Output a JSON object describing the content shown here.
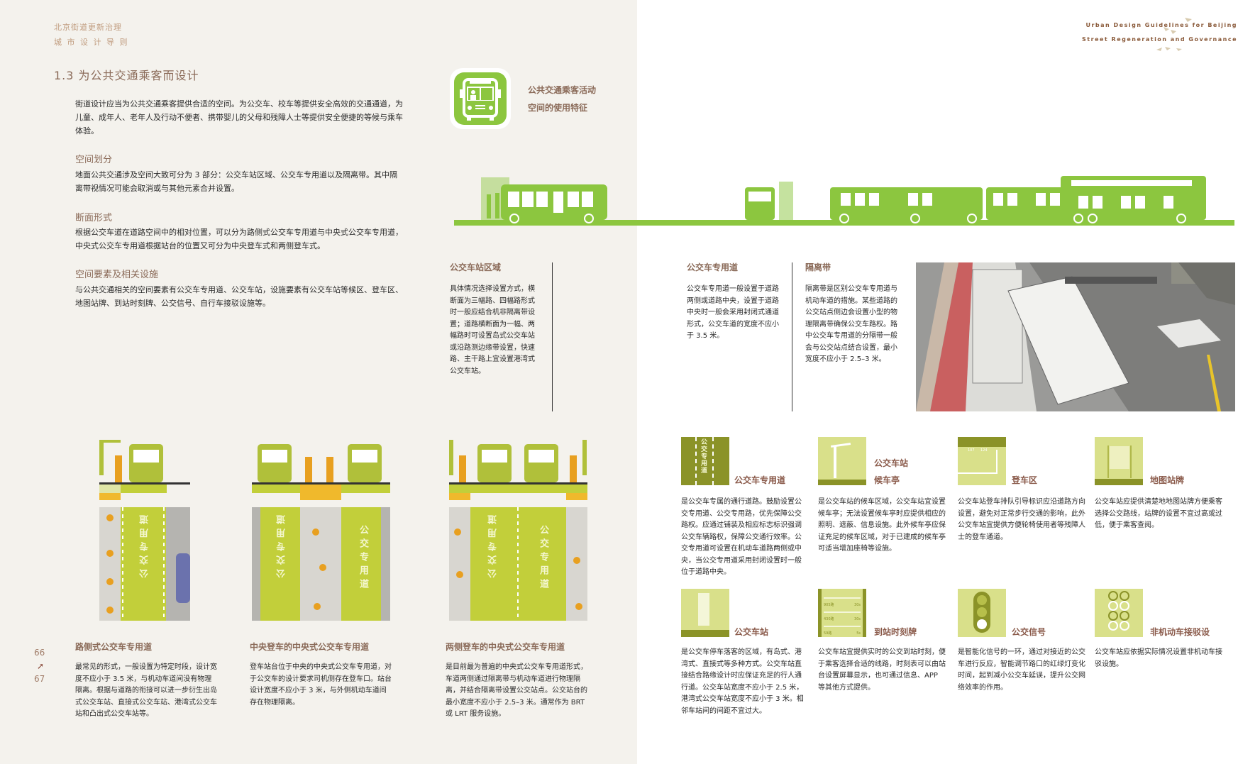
{
  "header": {
    "book_title_line1": "北京街道更新治理",
    "book_title_line2": "城 市 设 计 导 则",
    "english_line1": "Urban Design Guidelines for  Beijing",
    "english_line2": "Street Regeneration and Governance"
  },
  "section": {
    "title": "1.3  为公共交通乘客而设计",
    "intro": "街道设计应当为公共交通乘客提供合适的空间。为公交车、校车等提供安全高效的交通通道，为儿童、成年人、老年人及行动不便者、携带婴儿的父母和残障人士等提供安全便捷的等候与乘车体验。",
    "subsections": [
      {
        "heading": "空间划分",
        "text": "地面公共交通涉及空间大致可分为 3 部分：公交车站区域、公交车专用道以及隔离带。其中隔离带视情况可能会取消或与其他元素合并设置。"
      },
      {
        "heading": "断面形式",
        "text": "根据公交车道在道路空间中的相对位置，可以分为路侧式公交车专用道与中央式公交车专用道，中央式公交车专用道根据站台的位置又可分为中央登车式和两侧登车式。"
      },
      {
        "heading": "空间要素及相关设施",
        "text": "与公共交通相关的空间要素有公交车专用道、公交车站，设施要素有公交车站等候区、登车区、地图站牌、到站时刻牌、公交信号、自行车接驳设施等。"
      }
    ]
  },
  "feature": {
    "icon": "bus-front-icon",
    "line1": "公共交通乘客活动",
    "line2": "空间的使用特征"
  },
  "columns": [
    {
      "heading": "公交车站区域",
      "text": "具体情况选择设置方式，横断面为三幅路、四幅路形式时一般应结合机非隔离带设置；道路横断面为一幅、两幅路时可设置岛式公交车站或沿路测边缘带设置，快速路、主干路上宜设置港湾式公交车站。"
    },
    {
      "heading": "公交车专用道",
      "text": "公交车专用道一般设置于道路两侧或道路中央，设置于道路中央时一般会采用封闭式通道形式，公交车道的宽度不应小于 3.5 米。"
    },
    {
      "heading": "隔离带",
      "text": "隔离带是区别公交车专用道与机动车道的措施。某些道路的公交站点侧边会设置小型的物理隔离带确保公交车路权。路中公交车专用道的分隔带一般会与公交站点结合设置，最小宽度不应小于 2.5–3 米。"
    }
  ],
  "sections_types": [
    {
      "caption": "路侧式公交车专用道",
      "text": "最常见的形式，一般设置为特定时段，设计宽度不应小于 3.5 米，与机动车道间没有物理隔离。根据与道路的衔接可以进一步衍生出岛式公交车站、直接式公交车站、港湾式公交车站和凸出式公交车站等。",
      "lane_marks": [
        "公交专用道"
      ]
    },
    {
      "caption": "中央登车的中央式公交车专用道",
      "text": "登车站台位于中央的中央式公交车专用道，对于公交车的设计要求司机侧存在登车口。站台设计宽度不应小于 3 米，与外侧机动车道间存在物理隔离。",
      "lane_marks": [
        "公交专用道",
        "公交专用道"
      ]
    },
    {
      "caption": "两侧登车的中央式公交车专用道",
      "text": "是目前最为普遍的中央式公交车专用道形式，车道两侧通过隔离带与机动车道进行物理隔离，并结合隔离带设置公交站点。公交站台的最小宽度不应小于 2.5–3 米。通常作为 BRT 或 LRT 服务设施。",
      "lane_marks": [
        "公交专用道",
        "公交专用道"
      ]
    }
  ],
  "elements": [
    {
      "icon": "bus-lane-icon",
      "label": "公交车专用道",
      "icon_text": "公交专用道",
      "text": "是公交车专属的通行道路。鼓励设置公交专用道、公交专用路，优先保障公交路权。应通过铺装及相应标志标识强调公交车辆路权，保障公交通行效率。公交专用道可设置在机动车道路两侧或中央，当公交专用道采用封闭设置时一般位于道路中央。"
    },
    {
      "icon": "bus-shelter-icon",
      "label": "公交车站",
      "label2": "候车亭",
      "text": "是公交车站的候车区域，公交车站宜设置候车亭；无法设置候车亭时应提供相应的照明、遮蔽、信息设施。此外候车亭应保证充足的候车区域，对于已建成的候车亭可适当增加座椅等设施。"
    },
    {
      "icon": "boarding-area-icon",
      "label": "登车区",
      "icon_text": [
        "107",
        "124"
      ],
      "text": "公交车站登车排队引导标识应沿道路方向设置，避免对正常步行交通的影响，此外公交车站宜提供方便轮椅使用者等残障人士的登车通道。"
    },
    {
      "icon": "map-sign-icon",
      "label": "地图站牌",
      "text": "公交车站应提供清楚地地图站牌方便乘客选择公交路线，站牌的设置不宜过高或过低，便于乘客查阅。"
    },
    {
      "icon": "bus-stop-pole-icon",
      "label": "公交车站",
      "text": "是公交车停车落客的区域，有岛式、港湾式、直接式等多种方式。公交车站直接结合路缘设计时应保证充足的行人通行道。公交车站宽度不应小于 2.5 米，港湾式公交车站宽度不应小于 3 米。相邻车站间的间距不宜过大。"
    },
    {
      "icon": "arrival-board-icon",
      "label": "到站时刻牌",
      "icon_rows": [
        [
          "905路",
          "30s"
        ],
        [
          "430路",
          "30s"
        ],
        [
          "59路",
          "5s"
        ]
      ],
      "text": "公交车站宜提供实时的公交到站时刻，便于乘客选择合适的线路，时刻表可以由站台设置屏幕显示，也可通过信息、APP 等其他方式提供。"
    },
    {
      "icon": "traffic-signal-icon",
      "label": "公交信号",
      "text": "是智能化信号的一环，通过对接近的公交车进行反应，智能调节路口的红绿灯变化时间，起到减小公交车延误，提升公交网络效率的作用。"
    },
    {
      "icon": "bicycle-parking-icon",
      "label": "非机动车接驳设",
      "text": "公交车站应依据实际情况设置非机动车接驳设施。"
    }
  ],
  "page_numbers": {
    "left": "66",
    "right": "67"
  },
  "colors": {
    "green": "#8cc63f",
    "lane": "#c2cf3a",
    "olive": "#8b9328",
    "light": "#d9e08a",
    "orange": "#e8a020",
    "brown": "#8a6a58"
  }
}
